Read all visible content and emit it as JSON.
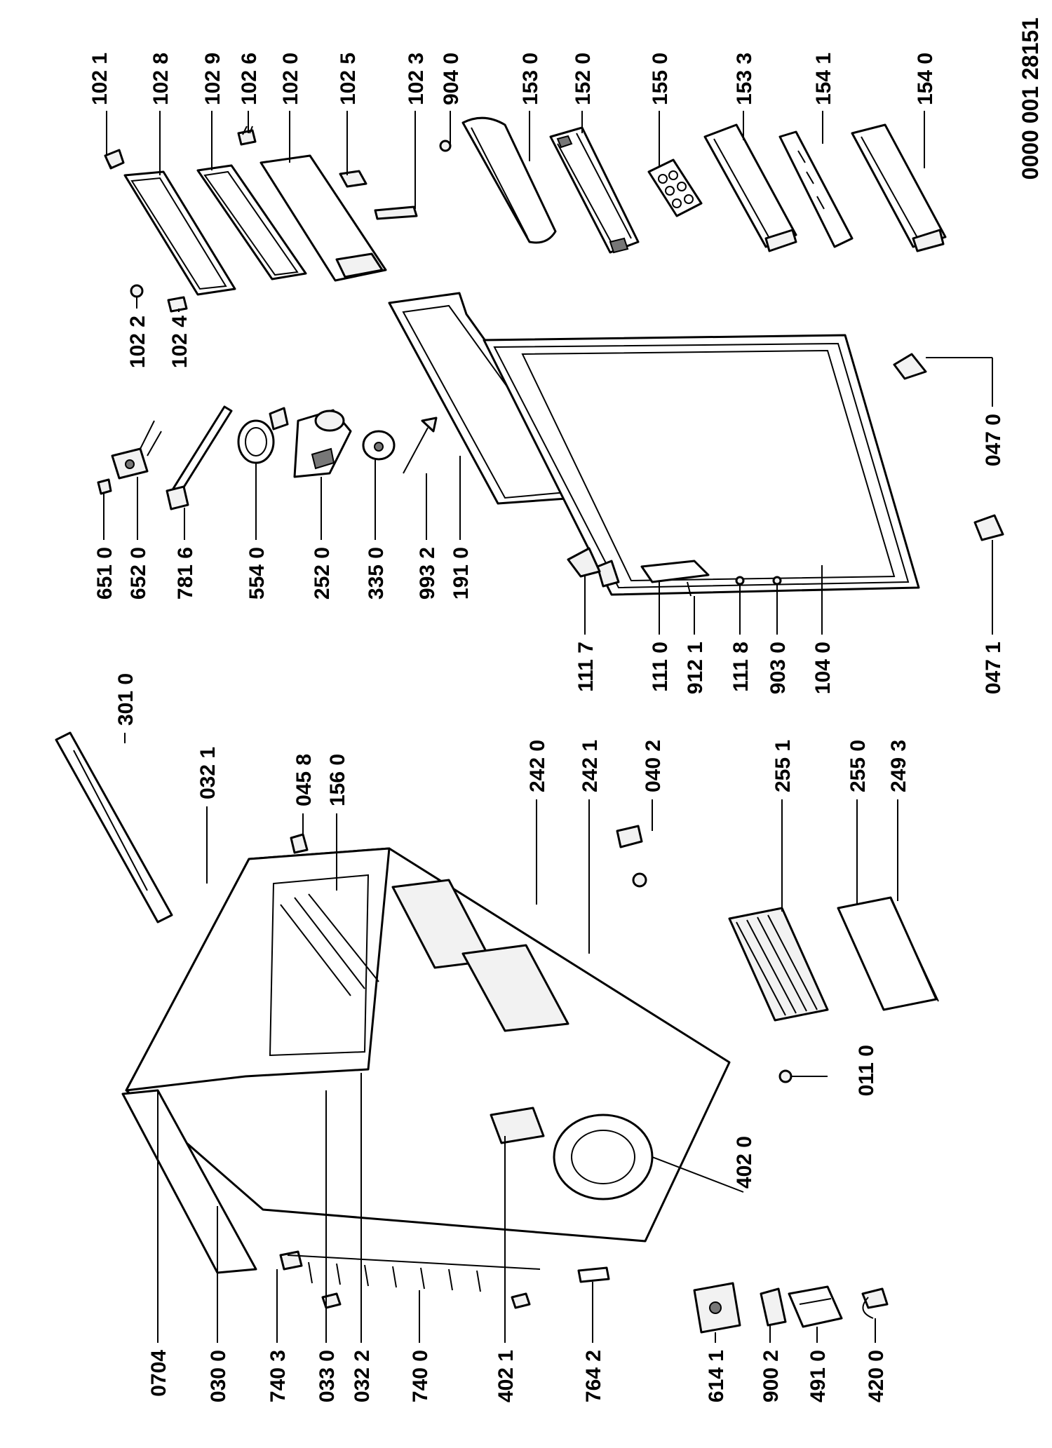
{
  "document_number": "0000 001 28151",
  "callouts": [
    {
      "id": "c-1021",
      "label": "102 1"
    },
    {
      "id": "c-1028",
      "label": "102 8"
    },
    {
      "id": "c-1029",
      "label": "102 9"
    },
    {
      "id": "c-1026",
      "label": "102 6"
    },
    {
      "id": "c-1020",
      "label": "102 0"
    },
    {
      "id": "c-1025",
      "label": "102 5"
    },
    {
      "id": "c-1023",
      "label": "102 3"
    },
    {
      "id": "c-9040",
      "label": "904 0"
    },
    {
      "id": "c-1530",
      "label": "153 0"
    },
    {
      "id": "c-1520",
      "label": "152 0"
    },
    {
      "id": "c-1550",
      "label": "155 0"
    },
    {
      "id": "c-1533",
      "label": "153 3"
    },
    {
      "id": "c-1541",
      "label": "154 1"
    },
    {
      "id": "c-1540",
      "label": "154 0"
    },
    {
      "id": "c-1022",
      "label": "102 2"
    },
    {
      "id": "c-1024",
      "label": "102 4"
    },
    {
      "id": "c-6510",
      "label": "651 0"
    },
    {
      "id": "c-6520",
      "label": "652 0"
    },
    {
      "id": "c-7816",
      "label": "781 6"
    },
    {
      "id": "c-5540",
      "label": "554 0"
    },
    {
      "id": "c-2520",
      "label": "252 0"
    },
    {
      "id": "c-3350",
      "label": "335 0"
    },
    {
      "id": "c-9932",
      "label": "993 2"
    },
    {
      "id": "c-1910",
      "label": "191 0"
    },
    {
      "id": "c-1117",
      "label": "111 7"
    },
    {
      "id": "c-1110",
      "label": "111 0"
    },
    {
      "id": "c-9121",
      "label": "912 1"
    },
    {
      "id": "c-1118",
      "label": "111 8"
    },
    {
      "id": "c-9030",
      "label": "903 0"
    },
    {
      "id": "c-1040",
      "label": "104 0"
    },
    {
      "id": "c-0470",
      "label": "047 0"
    },
    {
      "id": "c-0471",
      "label": "047 1"
    },
    {
      "id": "c-3010",
      "label": "301 0"
    },
    {
      "id": "c-0321",
      "label": "032 1"
    },
    {
      "id": "c-0458",
      "label": "045 8"
    },
    {
      "id": "c-1560",
      "label": "156 0"
    },
    {
      "id": "c-2420",
      "label": "242 0"
    },
    {
      "id": "c-2421",
      "label": "242 1"
    },
    {
      "id": "c-0402",
      "label": "040 2"
    },
    {
      "id": "c-2551",
      "label": "255 1"
    },
    {
      "id": "c-2550",
      "label": "255 0"
    },
    {
      "id": "c-2493",
      "label": "249 3"
    },
    {
      "id": "c-0110",
      "label": "011 0"
    },
    {
      "id": "c-4020",
      "label": "402 0"
    },
    {
      "id": "c-0704",
      "label": "0704"
    },
    {
      "id": "c-0300",
      "label": "030 0"
    },
    {
      "id": "c-7403",
      "label": "740 3"
    },
    {
      "id": "c-0330",
      "label": "033 0"
    },
    {
      "id": "c-0322",
      "label": "032 2"
    },
    {
      "id": "c-7400",
      "label": "740 0"
    },
    {
      "id": "c-4021",
      "label": "402 1"
    },
    {
      "id": "c-7642",
      "label": "764 2"
    },
    {
      "id": "c-6141",
      "label": "614 1"
    },
    {
      "id": "c-9002",
      "label": "900 2"
    },
    {
      "id": "c-4910",
      "label": "491 0"
    },
    {
      "id": "c-4200",
      "label": "420 0"
    }
  ]
}
